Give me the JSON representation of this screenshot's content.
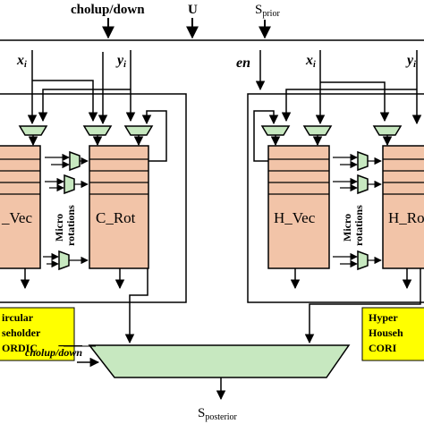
{
  "inputs": {
    "cholup_down": "cholup/down",
    "u": "U",
    "s_main": "S",
    "s_prior_sub": "prior"
  },
  "left_block": {
    "xi_main": "x",
    "yi_main": "y",
    "sub_i": "i",
    "h_vec": "_Vec",
    "c_rot": "C_Rot",
    "micro": "Micro",
    "rotations": "rotations",
    "label_lines": [
      "ircular",
      "seholder",
      "ORDIC"
    ]
  },
  "right_block": {
    "en": "en",
    "xi_main": "x",
    "yi_main": "y",
    "sub_i": "i",
    "h_vec": "H_Vec",
    "h_rot": "H_Ro",
    "micro": "Micro",
    "rotations": "rotations",
    "label_lines": [
      "Hyper",
      "Househ",
      "CORI"
    ]
  },
  "mux": {
    "control_main": "cholup/",
    "control_overlined": "down"
  },
  "output": {
    "s_main": "S",
    "s_sub": "posterior"
  },
  "colors": {
    "rot_box": "#f2c4a8",
    "mux": "#c7e8c0",
    "label_bg": "#ffff00"
  }
}
